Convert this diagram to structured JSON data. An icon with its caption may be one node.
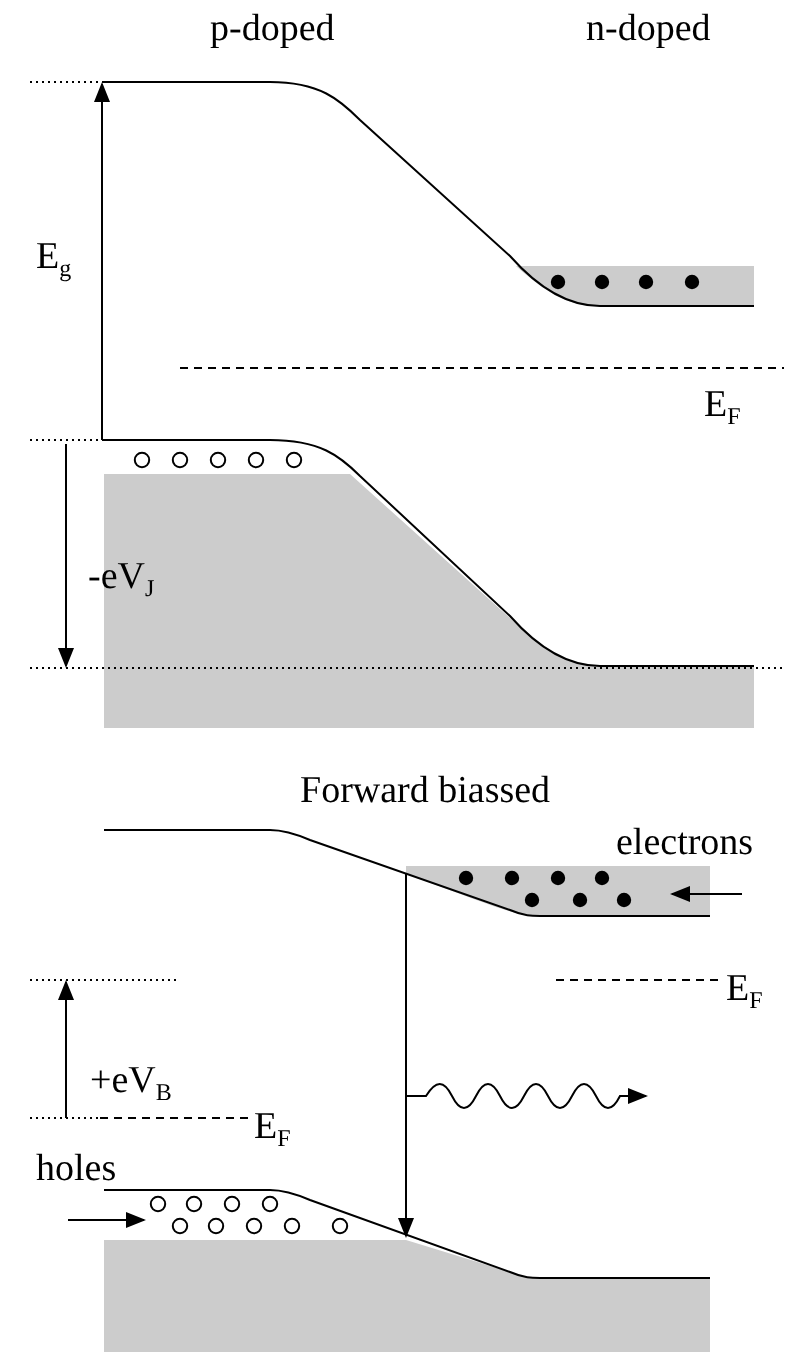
{
  "diagram": {
    "labels": [
      "p-doped",
      "n-doped",
      "E$_{g}$",
      "E$_{F}$",
      "-eV$_{J}$",
      "Forward biassed",
      "electrons",
      "E$_{F}$",
      "+eV$_{B}$",
      "E$_{F}$",
      "holes"
    ]
  }
}
